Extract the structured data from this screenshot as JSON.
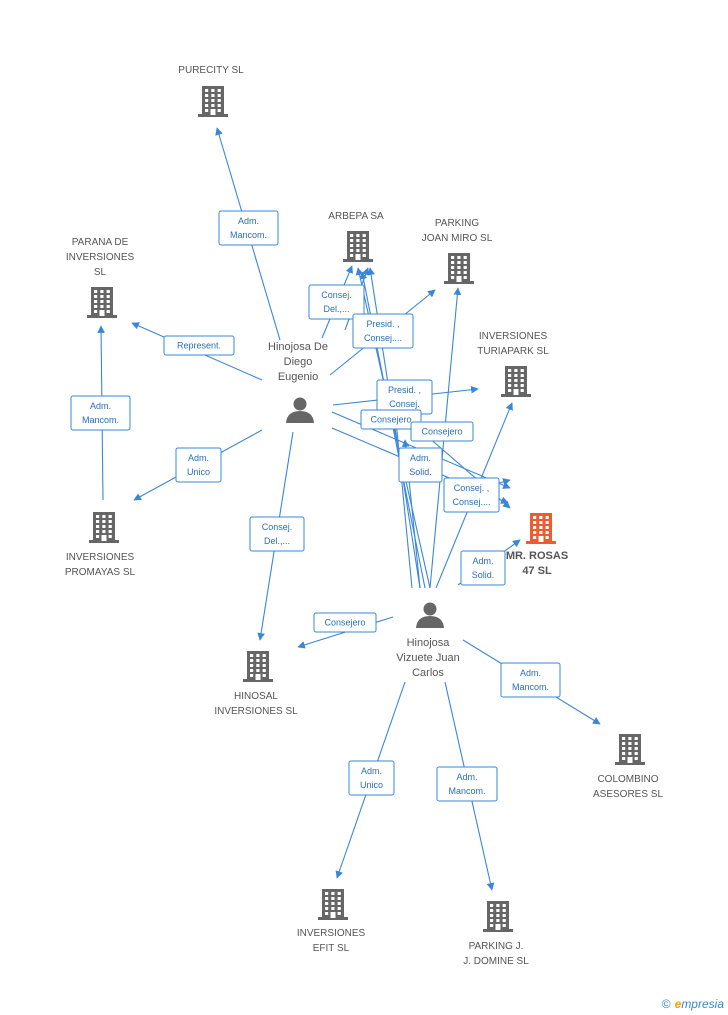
{
  "nodes": {
    "purecity": {
      "label": [
        "PURECITY  SL"
      ],
      "type": "company"
    },
    "arbepa": {
      "label": [
        "ARBEPA SA"
      ],
      "type": "company"
    },
    "parking_joan_miro": {
      "label": [
        "PARKING",
        "JOAN MIRO SL"
      ],
      "type": "company"
    },
    "parana": {
      "label": [
        "PARANA DE",
        "INVERSIONES",
        "SL"
      ],
      "type": "company"
    },
    "inversiones_turiapark": {
      "label": [
        "INVERSIONES",
        "TURIAPARK SL"
      ],
      "type": "company"
    },
    "hinojosa_diego": {
      "label": [
        "Hinojosa De",
        "Diego",
        "Eugenio"
      ],
      "type": "person"
    },
    "inversiones_promayas": {
      "label": [
        "INVERSIONES",
        "PROMAYAS SL"
      ],
      "type": "company"
    },
    "mr_rosas": {
      "label": [
        "MR. ROSAS",
        "47 SL"
      ],
      "type": "center"
    },
    "hinosal": {
      "label": [
        "HINOSAL",
        "INVERSIONES SL"
      ],
      "type": "company"
    },
    "hinojosa_juan": {
      "label": [
        "Hinojosa",
        "Vizuete Juan",
        "Carlos"
      ],
      "type": "person"
    },
    "colombino": {
      "label": [
        "COLOMBINO",
        "ASESORES SL"
      ],
      "type": "company"
    },
    "inversiones_efit": {
      "label": [
        "INVERSIONES",
        "EFIT  SL"
      ],
      "type": "company"
    },
    "parking_domine": {
      "label": [
        "PARKING J.",
        "J. DOMINE SL"
      ],
      "type": "company"
    }
  },
  "edges": [
    {
      "id": "e1",
      "label": [
        "Adm.",
        "Mancom."
      ]
    },
    {
      "id": "e2",
      "label": [
        "Consej.",
        "Del.,..."
      ]
    },
    {
      "id": "e3",
      "label": [
        "Presid. ,",
        "Consej...."
      ]
    },
    {
      "id": "e4",
      "label": [
        "Represent."
      ]
    },
    {
      "id": "e5",
      "label": [
        "Adm.",
        "Mancom."
      ]
    },
    {
      "id": "e6",
      "label": [
        "Presid. ,",
        "Consej."
      ]
    },
    {
      "id": "e7",
      "label": [
        "Consejero"
      ]
    },
    {
      "id": "e8",
      "label": [
        "Consejero"
      ]
    },
    {
      "id": "e9",
      "label": [
        "Adm.",
        "Unico"
      ]
    },
    {
      "id": "e10",
      "label": [
        "Adm.",
        "Solid."
      ]
    },
    {
      "id": "e11",
      "label": [
        "Consej. ,",
        "Consej...."
      ]
    },
    {
      "id": "e12",
      "label": [
        "Consej.",
        "Del.,..."
      ]
    },
    {
      "id": "e13",
      "label": [
        "Adm.",
        "Solid."
      ]
    },
    {
      "id": "e14",
      "label": [
        "Consejero"
      ]
    },
    {
      "id": "e15",
      "label": [
        "Adm.",
        "Mancom."
      ]
    },
    {
      "id": "e16",
      "label": [
        "Adm.",
        "Unico"
      ]
    },
    {
      "id": "e17",
      "label": [
        "Adm.",
        "Mancom."
      ]
    }
  ],
  "colors": {
    "company": "#666666",
    "center": "#f05a30",
    "edge": "#3a87d8",
    "edge_text": "#2a6fb8"
  },
  "footer": {
    "copyright": "©",
    "brand_e": "e",
    "brand_rest": "mpresia"
  }
}
